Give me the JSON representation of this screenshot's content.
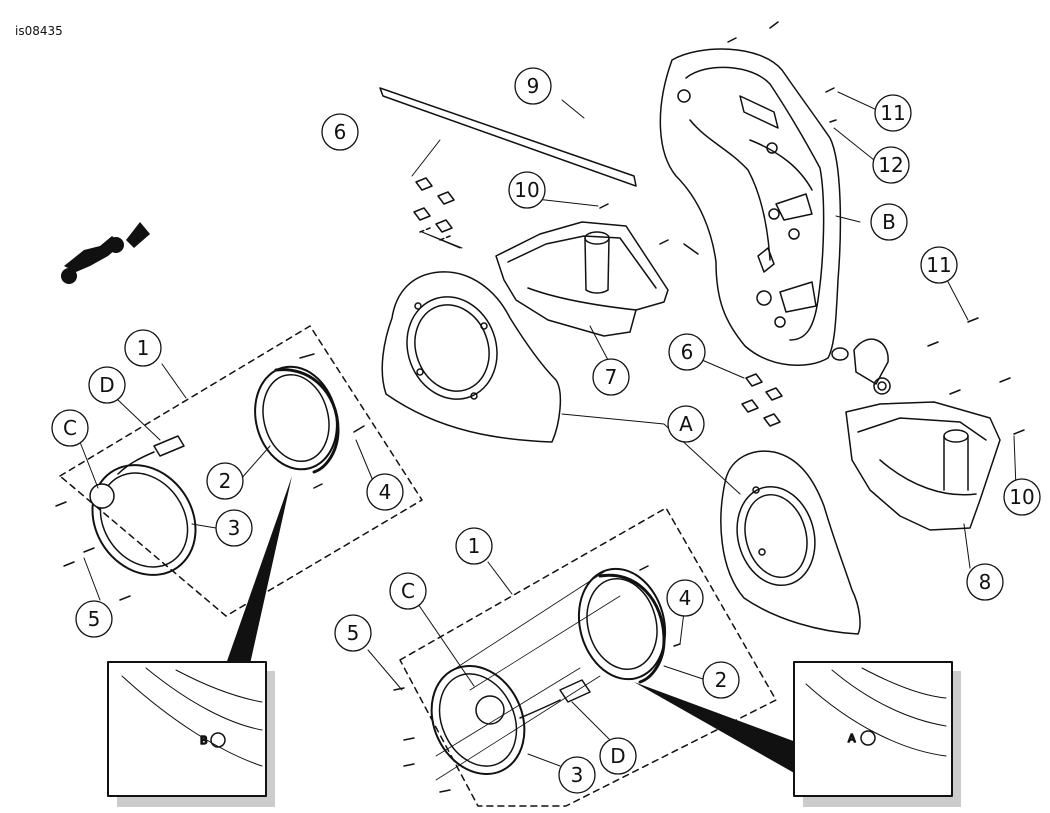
{
  "image_code": "is08435",
  "callouts": {
    "c1": "1",
    "c2": "2",
    "c3": "3",
    "c4": "4",
    "c5": "5",
    "c6": "6",
    "c7": "7",
    "c8": "8",
    "c9": "9",
    "c10": "10",
    "c11": "11",
    "c12": "12",
    "cA": "A",
    "cB": "B",
    "cC": "C",
    "cD": "D"
  },
  "insets": {
    "left_mark": "B",
    "right_mark": "A"
  }
}
